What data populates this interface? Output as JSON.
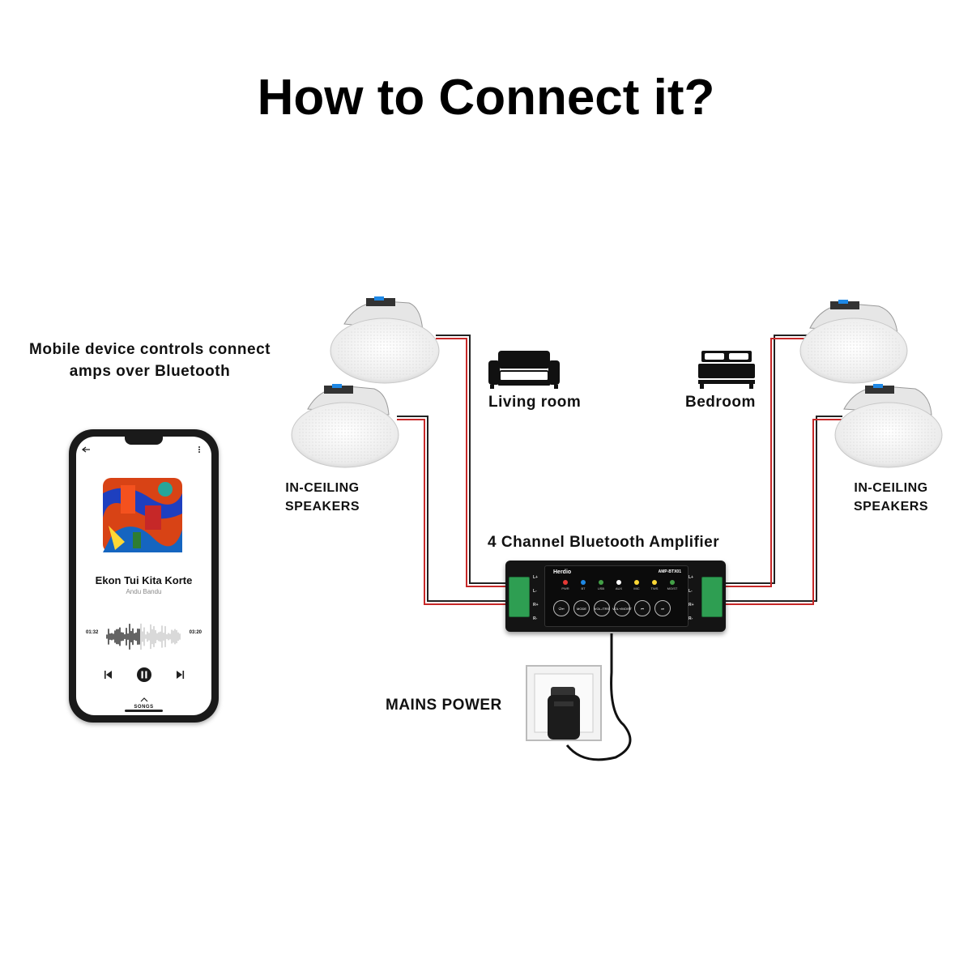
{
  "title": "How to Connect it?",
  "bluetooth_note": {
    "line1": "Mobile device controls connect",
    "line2": "amps over Bluetooth"
  },
  "rooms": {
    "living_room": "Living room",
    "bedroom": "Bedroom"
  },
  "speakers_left": {
    "line1": "IN-CEILING",
    "line2": "SPEAKERS"
  },
  "speakers_right": {
    "line1": "IN-CEILING",
    "line2": "SPEAKERS"
  },
  "amplifier": {
    "label": "4 Channel Bluetooth Amplifier",
    "brand": "Herdio",
    "model": "AMP-BTX01",
    "left_channels": [
      "L+",
      "L-",
      "R+",
      "R-"
    ],
    "right_channels": [
      "L+",
      "L-",
      "R+",
      "R-"
    ],
    "indicators": [
      {
        "label": "PWR",
        "color": "#e53935"
      },
      {
        "label": "BT",
        "color": "#1e88e5"
      },
      {
        "label": "USB",
        "color": "#43a047"
      },
      {
        "label": "AUX",
        "color": "#ffffff"
      },
      {
        "label": "MIC",
        "color": "#fdd835"
      },
      {
        "label": "TWS",
        "color": "#fdd835"
      },
      {
        "label": "MO/ST",
        "color": "#43a047"
      }
    ],
    "buttons": [
      "⏻/⏯",
      "MODE",
      "VOL-/TRS",
      "VOL+/MO/ST",
      "⏮",
      "⏭"
    ]
  },
  "mains_power": "MAINS POWER",
  "phone": {
    "track_title": "Ekon Tui Kita Korte",
    "artist": "Andu Bandu",
    "time_elapsed": "01:32",
    "time_total": "03:20",
    "songs_label": "SONGS",
    "progress": 0.46
  },
  "colors": {
    "wire_red": "#c62828",
    "wire_black": "#222222",
    "terminal_green": "#2e9e52",
    "amp_body": "#141414"
  }
}
